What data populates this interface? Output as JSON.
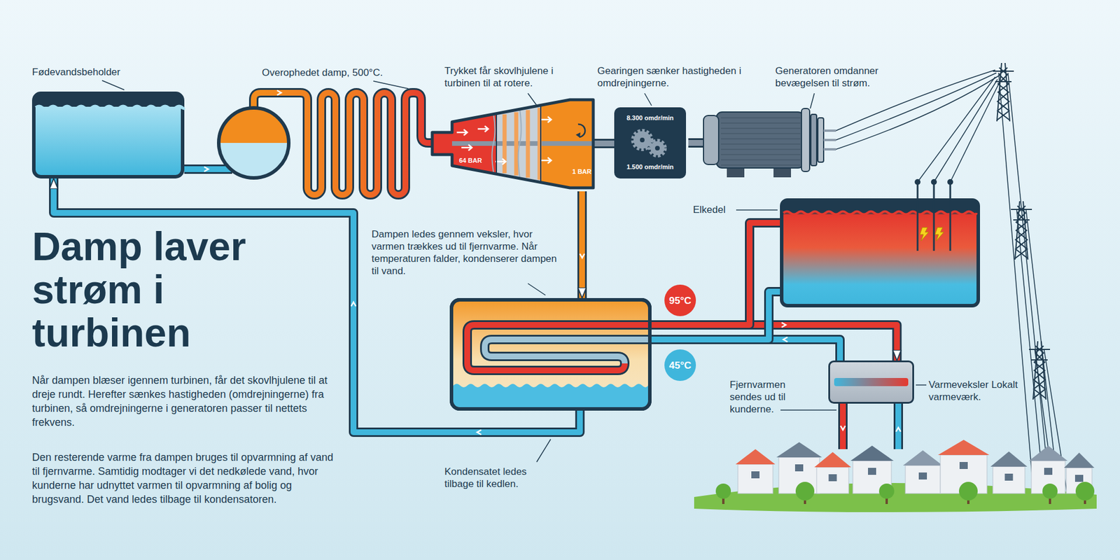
{
  "diagram": {
    "title": "Damp laver strøm i turbinen",
    "nodes": [
      {
        "text": [
          "Fødevandsbeholder"
        ]
      },
      {
        "text": [
          "Trykket får skovlhjulene i turbinen til at rotere.",
          "64 BAR",
          "1 BAR"
        ]
      },
      {
        "text": [
          "Gearingen sænker hastigheden i omdrejningerne.",
          "8.300 omdr/min",
          "1.500 omdr/min"
        ]
      },
      {
        "text": [
          "Generatoren omdanner bevægelsen til strøm."
        ]
      },
      {
        "text": [
          "Dampen ledes gennem veksler, hvor varmen trækkes ud til fjernvarme. Når temperaturen falder, kondenserer dampen til vand."
        ]
      },
      {
        "text": [
          "Elkedel"
        ]
      },
      {
        "text": [
          "Varmeveksler Lokalt varmeværk."
        ]
      }
    ],
    "edges": [
      {
        "from": 1,
        "to": 4,
        "arrow": "to"
      },
      {
        "from": 4,
        "to": 0,
        "arrow": "to"
      },
      {
        "from": 4,
        "to": 6,
        "arrow": "to"
      },
      {
        "from": 6,
        "to": 4,
        "arrow": "to"
      },
      {
        "from": 4,
        "to": 5,
        "arrow": "none"
      },
      {
        "from": 5,
        "to": 4,
        "arrow": "none"
      },
      {
        "from": 1,
        "to": 2,
        "arrow": "none"
      },
      {
        "from": 2,
        "to": 3,
        "arrow": "none"
      }
    ],
    "labels": [
      "Overophedet damp, 500°C.",
      "95°C",
      "45°C",
      "Fjernvarmen sendes ud til kunderne.",
      "Kondensatet ledes tilbage til kedlen.",
      "Når dampen blæser igennem turbinen, får det skovlhjulene til at dreje rundt. Herefter sænkes hastigheden (omdrejningerne) fra turbinen, så omdrejningerne i generatoren passer til nettets frekvens.",
      "Den resterende varme fra dampen bruges til opvarmning af vand til fjernvarme. Samtidig modtager vi det nedkølede vand, hvor kunderne har udnyttet varmen til opvarmning af bolig og brugsvand. Det vand ledes tilbage til kondensatoren."
    ]
  }
}
